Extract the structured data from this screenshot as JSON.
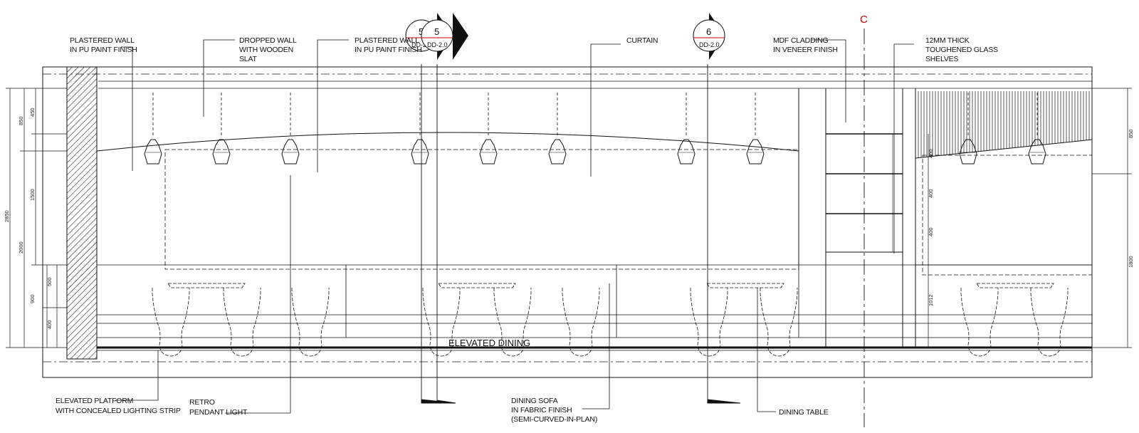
{
  "labels": {
    "plastered_wall_1": [
      "PLASTERED WALL",
      "IN PU PAINT FINISH"
    ],
    "dropped_wall": [
      "DROPPED WALL",
      "WITH WOODEN",
      "SLAT"
    ],
    "plastered_wall_2": [
      "PLASTERED WALL",
      "IN PU PAINT FINISH"
    ],
    "curtain": [
      "CURTAIN"
    ],
    "mdf_cladding": [
      "MDF CLADDING",
      "IN VENEER FINISH"
    ],
    "glass_shelves": [
      "12MM THICK",
      "TOUGHENED GLASS",
      "SHELVES"
    ],
    "elevated_platform": [
      "ELEVATED PLATFORM",
      "WITH CONCEALED LIGHTING STRIP"
    ],
    "retro_pendant": [
      "RETRO",
      "PENDANT LIGHT"
    ],
    "dining_sofa": [
      "DINING SOFA",
      "IN FABRIC FINISH",
      "(SEMI-CURVED-IN-PLAN)"
    ],
    "dining_table": [
      "DINING TABLE"
    ],
    "elevated_dining": "ELEVATED DINING"
  },
  "section_tags": [
    {
      "number": "5",
      "sheet": "DD-2.0"
    },
    {
      "number": "5",
      "sheet": "DD-2.0"
    },
    {
      "number": "6",
      "sheet": "DD-2.0"
    }
  ],
  "centerline_symbol": "C",
  "dimensions": {
    "left_outer": "2850",
    "left_mid_top": "850",
    "left_mid_bottom": "2000",
    "left_inner_top": "450",
    "left_inner_mid": "1500",
    "left_low": "900",
    "left_low_a": "500",
    "left_low_b": "400",
    "right_top": "850",
    "right_bottom": "1800",
    "shelf_1": "400",
    "shelf_2": "400",
    "shelf_3": "400",
    "right_low": "1012"
  },
  "colors": {
    "line": "#1a1a1a",
    "centerline_symbol": "#cc0000",
    "section_line": "#cc0000"
  }
}
